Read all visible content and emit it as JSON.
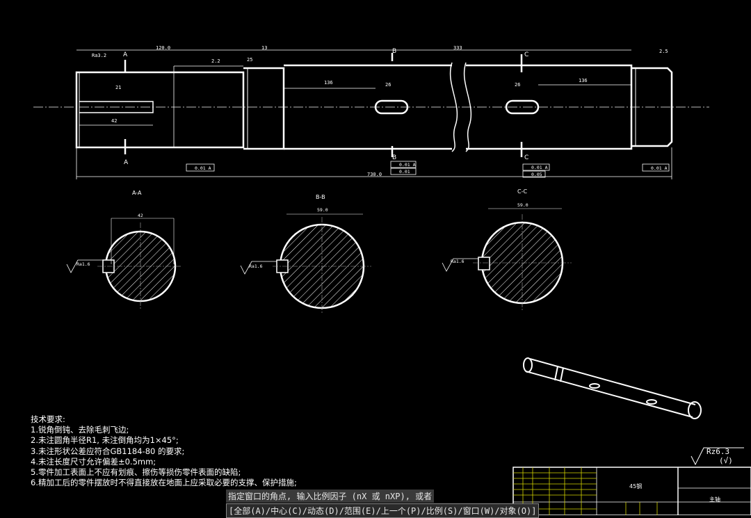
{
  "drawing": {
    "top_dims": {
      "d_120": "120.0",
      "d_13": "13",
      "d_333": "333",
      "d_total": "730.0",
      "d_21": "21",
      "d_42": "42",
      "d_136_left": "136",
      "d_136_right": "136",
      "d_26_left": "26",
      "d_26_right": "26",
      "d_25": "25",
      "d_2_2": "2.2",
      "d_2_5": "2.5"
    },
    "section_labels": {
      "A_top": "A",
      "A_bot": "A",
      "B_top": "B",
      "B_bot": "B",
      "C_top": "C",
      "C_bot": "C"
    },
    "section_titles": {
      "aa": "A-A",
      "bb": "B-B",
      "cc": "C-C"
    },
    "roughness_left": "Ra3.2",
    "tolerance": {
      "t1": "0.01 A",
      "t2": "0.01 A",
      "t3": "0.01",
      "t4": "0.01 A",
      "t5": "0.05",
      "t6": "0.01 A"
    },
    "sec_dims": {
      "aa_top": "42",
      "bb_top": "59.0",
      "cc_top": "59.0",
      "aa_ra": "Ra1.6",
      "bb_ra": "Ra1.6",
      "cc_ra": "Ra1.6"
    },
    "title_block_material": "45钢",
    "title_block_name": "主轴"
  },
  "tech_requirements": {
    "heading": "技术要求:",
    "items": [
      "1.锐角倒钝、去除毛刺飞边;",
      "2.未注圆角半径R1, 未注倒角均为1×45°;",
      "3.未注形状公差应符合GB1184-80 的要求;",
      "4.未注长度尺寸允许偏差±0.5mm;",
      "5.零件加工表面上不应有划痕、擦伤等损伤零件表面的缺陷;",
      "6.精加工后的零件摆放时不得直接放在地面上应采取必要的支撑、保护措施;"
    ]
  },
  "roughness_symbol": {
    "value": "Rz6.3",
    "paren": "(√)"
  },
  "command_line": {
    "prompt": "指定窗口的角点, 输入比例因子 (nX 或 nXP), 或者",
    "options": "[全部(A)/中心(C)/动态(D)/范围(E)/上一个(P)/比例(S)/窗口(W)/对象(O)]"
  },
  "colors": {
    "background": "#000000",
    "lines": "#ffffff",
    "center_line": "#bbbbbb",
    "title_block_lines": "#d4d400"
  }
}
